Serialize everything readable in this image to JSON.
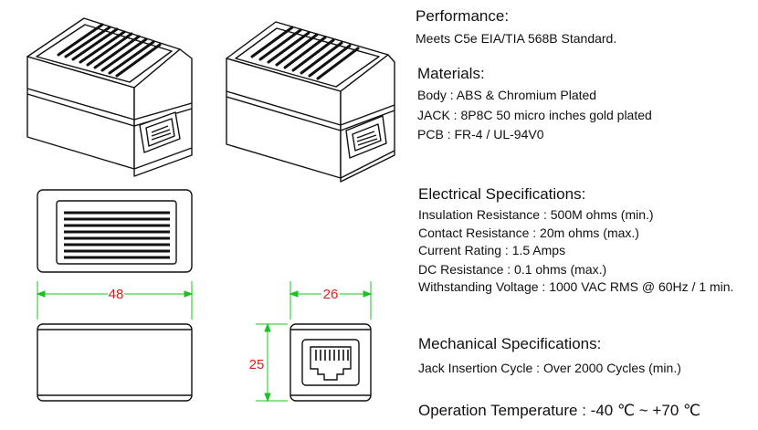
{
  "dimensions": {
    "length": "48",
    "width": "26",
    "height": "25",
    "line_color": "#19c51c",
    "text_color": "#e0201a"
  },
  "sections": {
    "performance": {
      "heading": "Performance:",
      "lines": [
        "Meets C5e EIA/TIA 568B Standard."
      ]
    },
    "materials": {
      "heading": "Materials:",
      "lines": [
        "Body  : ABS & Chromium Plated",
        "JACK : 8P8C 50 micro inches gold plated",
        "PCB   : FR-4 / UL-94V0"
      ]
    },
    "electrical": {
      "heading": "Electrical Specifications:",
      "lines": [
        "Insulation Resistance : 500M ohms (min.)",
        "Contact Resistance : 20m ohms (max.)",
        "Current Rating : 1.5 Amps",
        "DC Resistance : 0.1 ohms (max.)",
        "Withstanding Voltage : 1000 VAC RMS @ 60Hz / 1 min."
      ]
    },
    "mechanical": {
      "heading": "Mechanical Specifications:",
      "lines": [
        "Jack Insertion Cycle : Over 2000 Cycles (min.)"
      ]
    },
    "operation": {
      "text": "Operation Temperature : -40 ℃ ~ +70 ℃"
    }
  }
}
